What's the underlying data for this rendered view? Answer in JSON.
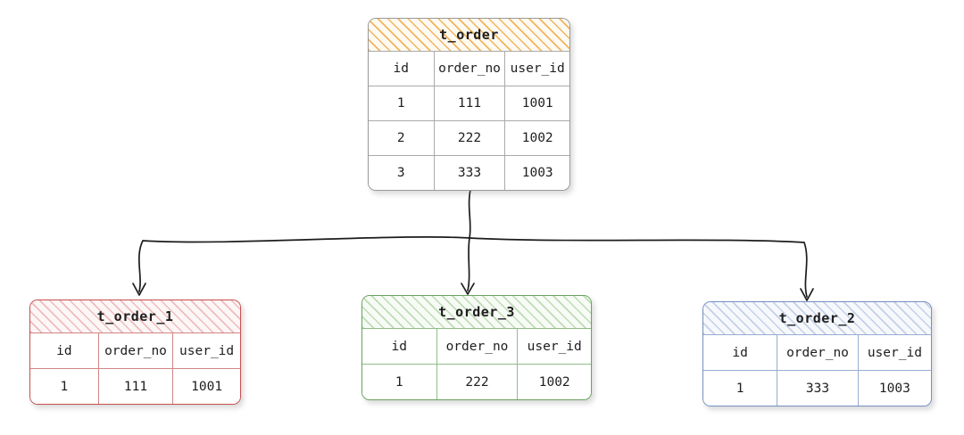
{
  "diagram": {
    "background": "#ffffff",
    "stroke": "#1c1c1c"
  },
  "tables": [
    {
      "name": "t_order",
      "columns": [
        "id",
        "order_no",
        "user_id"
      ],
      "rows": [
        [
          "1",
          "111",
          "1001"
        ],
        [
          "2",
          "222",
          "1002"
        ],
        [
          "3",
          "333",
          "1003"
        ]
      ],
      "colors": {
        "border": "#9a9a9a",
        "hatch": "#f1b45c",
        "grid": "#aaaaaa",
        "header_bg": "#fefaf2"
      }
    },
    {
      "name": "t_order_1",
      "columns": [
        "id",
        "order_no",
        "user_id"
      ],
      "rows": [
        [
          "1",
          "111",
          "1001"
        ]
      ],
      "colors": {
        "border": "#c94f4f",
        "hatch": "#eebcbc",
        "grid": "#d18585",
        "header_bg": "#fdf6f6"
      }
    },
    {
      "name": "t_order_3",
      "columns": [
        "id",
        "order_no",
        "user_id"
      ],
      "rows": [
        [
          "1",
          "222",
          "1002"
        ]
      ],
      "colors": {
        "border": "#69a35e",
        "hatch": "#bedbb5",
        "grid": "#90bd87",
        "header_bg": "#f7fbf5"
      }
    },
    {
      "name": "t_order_2",
      "columns": [
        "id",
        "order_no",
        "user_id"
      ],
      "rows": [
        [
          "1",
          "333",
          "1003"
        ]
      ],
      "colors": {
        "border": "#7590c2",
        "hatch": "#c3d0e8",
        "grid": "#97acd3",
        "header_bg": "#f6f8fc"
      }
    }
  ]
}
